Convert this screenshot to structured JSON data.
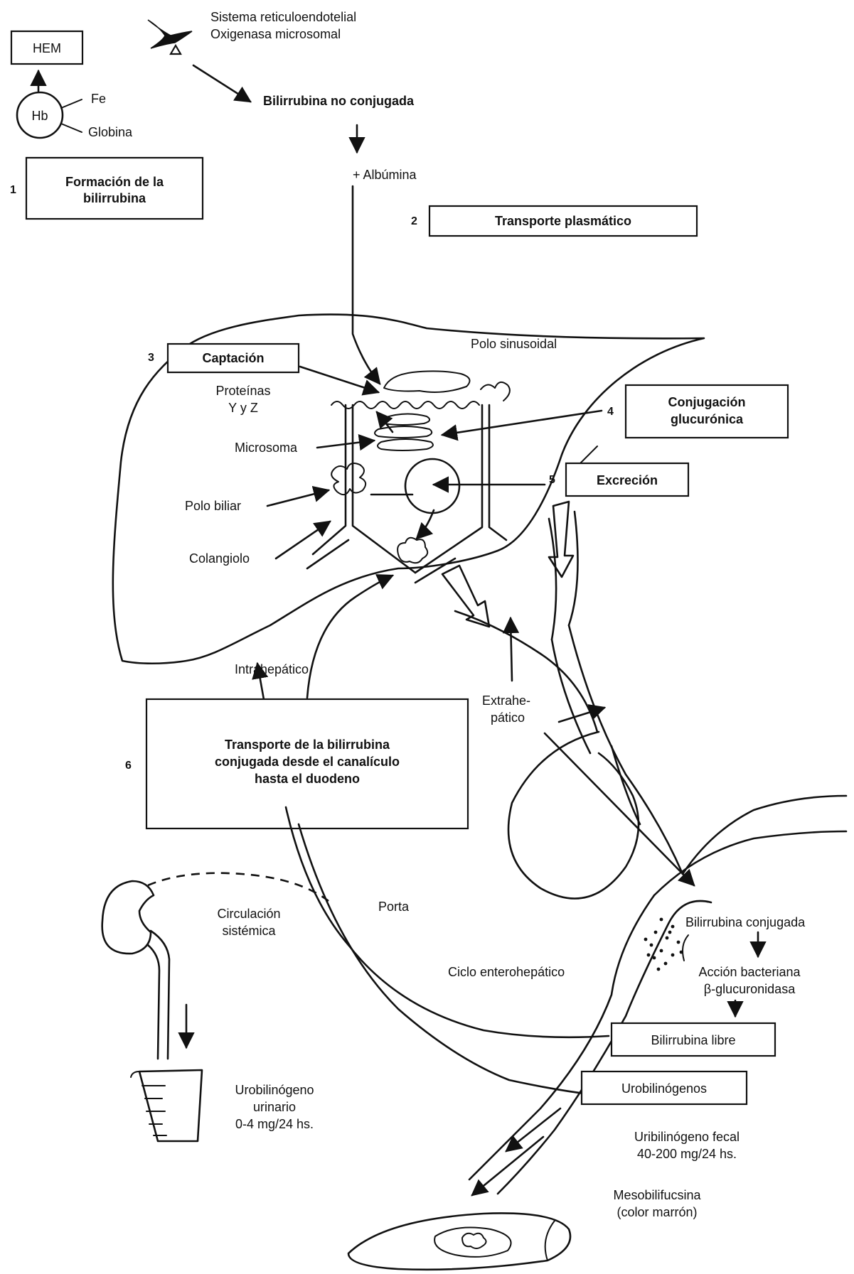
{
  "labels": {
    "hem": "HEM",
    "hb": "Hb",
    "fe": "Fe",
    "globina": "Globina",
    "sistema_1": "Sistema reticuloendotelial",
    "sistema_2": "Oxigenasa microsomal",
    "bilirrubina_no_conjugada": "Bilirrubina no conjugada",
    "albumina": "+ Albúmina",
    "polo_sinusoidal": "Polo sinusoidal",
    "proteinas_1": "Proteínas",
    "proteinas_2": "Y y Z",
    "microsoma": "Microsoma",
    "polo_biliar": "Polo biliar",
    "colangiolo": "Colangiolo",
    "intrahepatico": "Intrahepático",
    "extrahepatico_1": "Extrahe-",
    "extrahepatico_2": "pático",
    "porta": "Porta",
    "circulacion_1": "Circulación",
    "circulacion_2": "sistémica",
    "ciclo": "Ciclo enterohepático",
    "bilirrubina_conjugada": "Bilirrubina conjugada",
    "accion_1": "Acción bacteriana",
    "accion_2": "β-glucuronidasa",
    "bilirrubina_libre": "Bilirrubina libre",
    "urobilinogenos": "Urobilinógenos",
    "uro_urinario_1": "Urobilinógeno",
    "uro_urinario_2": "urinario",
    "uro_urinario_3": "0-4 mg/24 hs.",
    "uri_fecal_1": "Uribilinógeno fecal",
    "uri_fecal_2": "40-200 mg/24 hs.",
    "meso_1": "Mesobilifucsina",
    "meso_2": "(color marrón)"
  },
  "steps": [
    {
      "number": "1",
      "line1": "Formación de la",
      "line2": "bilirrubina"
    },
    {
      "number": "2",
      "line1": "Transporte plasmático"
    },
    {
      "number": "3",
      "line1": "Captación"
    },
    {
      "number": "4",
      "line1": "Conjugación",
      "line2": "glucurónica"
    },
    {
      "number": "5",
      "line1": "Excreción"
    },
    {
      "number": "6",
      "line1": "Transporte de la bilirrubina",
      "line2": "conjugada desde el canalículo",
      "line3": "hasta el duodeno"
    }
  ]
}
